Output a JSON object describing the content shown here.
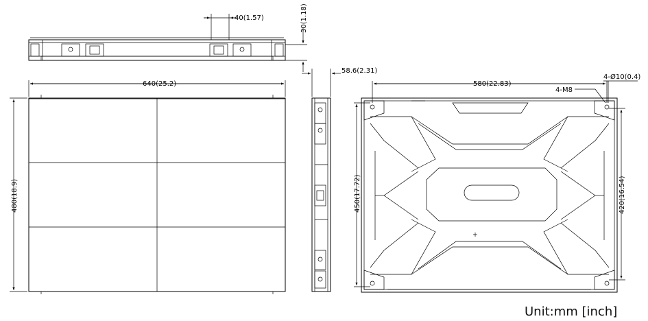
{
  "dimensions": {
    "top_depth_offset": "40(1.57)",
    "top_height": "30(1.18)",
    "front_width": "640(25.2)",
    "front_height": "480(18.9)",
    "side_depth": "58.6(2.31)",
    "rear_hole_spacing_x": "580(22.83)",
    "rear_hole_spacing_y": "450(17.72)",
    "rear_hole_spacing_y2": "420(16.54)",
    "hole_diameter": "4-Ø10(0.4)",
    "thread": "4-M8"
  },
  "unit_label": "Unit:mm [inch]"
}
